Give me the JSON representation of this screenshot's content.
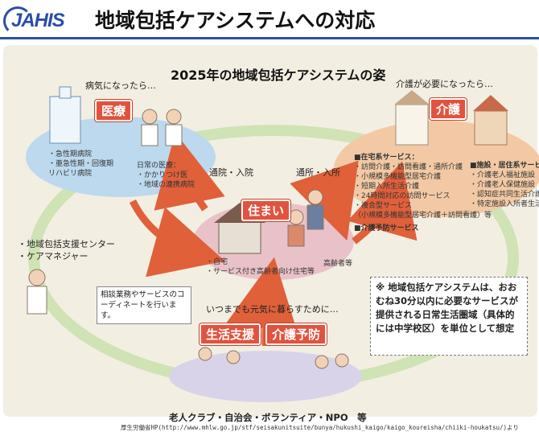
{
  "header": {
    "logo": "JAHIS",
    "title": "地域包括ケアシステムへの対応"
  },
  "diagram": {
    "subtitle": "2025年の地域包括ケアシステムの姿",
    "medical": {
      "caption": "病気になったら…",
      "tag": "医療",
      "hospital_items": [
        "・急性期病院",
        "・亜急性期・回復期",
        "リハビリ病院"
      ],
      "clinic_items": [
        "日常の医療：",
        "・かかりつけ医",
        "・地域の連携病院"
      ]
    },
    "care": {
      "caption": "介護が必要になったら…",
      "tag": "介護",
      "home_services_title": "■在宅系サービス：",
      "home_services": [
        "・訪問介護・訪問看護・通所介護",
        "・小規模多機能型居宅介護",
        "・短期入所生活介護",
        "・24時間対応の訪問サービス",
        "・複合型サービス",
        "（小規模多機能型居宅介護＋訪問看護）等"
      ],
      "prevention_service": "■介護予防サービス",
      "facility_title": "■施設・居住系サービス",
      "facility_items": [
        "・介護老人福祉施設",
        "・介護老人保健施設",
        "・認知症共同生活介護",
        "・特定施設入所者生活介護"
      ]
    },
    "flows": {
      "hospital": "通院・入院",
      "care": "通所・入所"
    },
    "housing": {
      "tag": "住まい",
      "items": [
        "・自宅",
        "・サービス付き高齢者向け住宅等"
      ],
      "residents_label": "高齢者等"
    },
    "support_center": {
      "items": [
        "・地域包括支援センター",
        "・ケアマネジャー"
      ],
      "coordinate_text": "相談業務やサービスのコーディネートを行います。"
    },
    "livelihood": {
      "caption": "いつまでも元気に暮らすために…",
      "tag_support": "生活支援",
      "tag_prevention": "介護予防",
      "organizations": "老人クラブ・自治会・ボランティア・NPO　等"
    },
    "note": {
      "mark": "※",
      "text": "地域包括ケアシステムは、おおむね30分以内に必要なサービスが提供される日常生活圏域（具体的には中学校区）を単位として想定"
    },
    "source": "厚生労働省HP(http://www.mhlw.go.jp/stf/seisakunitsuite/bunya/hukushi_kaigo/kaigo_koureisha/chiiki-houkatsu/)より"
  },
  "colors": {
    "brand": "#2a4fa8",
    "tag_red": "#e0533f",
    "ring_green": "#cfe3b5",
    "medical_blue": "#bcd9ee",
    "care_orange": "#f2c9a4",
    "home_pink": "#e9c2c9",
    "life_lavender": "#d9d3ea"
  }
}
